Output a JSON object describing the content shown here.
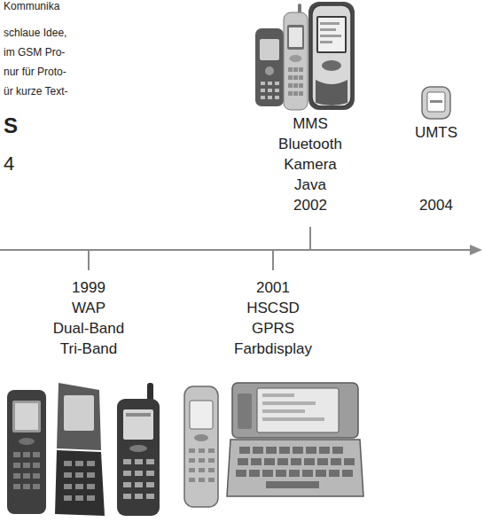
{
  "diagram": {
    "labels": [
      "Kommunika",
      "schlaue Idee,",
      "im GSM Pro-",
      "nur für Proto-",
      "ür kurze Text-",
      "S",
      "4",
      "MMS",
      "Bluetooth",
      "Kamera",
      "Java",
      "2002",
      "UMTS",
      "2004",
      "1999",
      "WAP",
      "Dual-Band",
      "Tri-Band",
      "2001",
      "HSCSD",
      "GPRS",
      "Farbdisplay"
    ]
  }
}
